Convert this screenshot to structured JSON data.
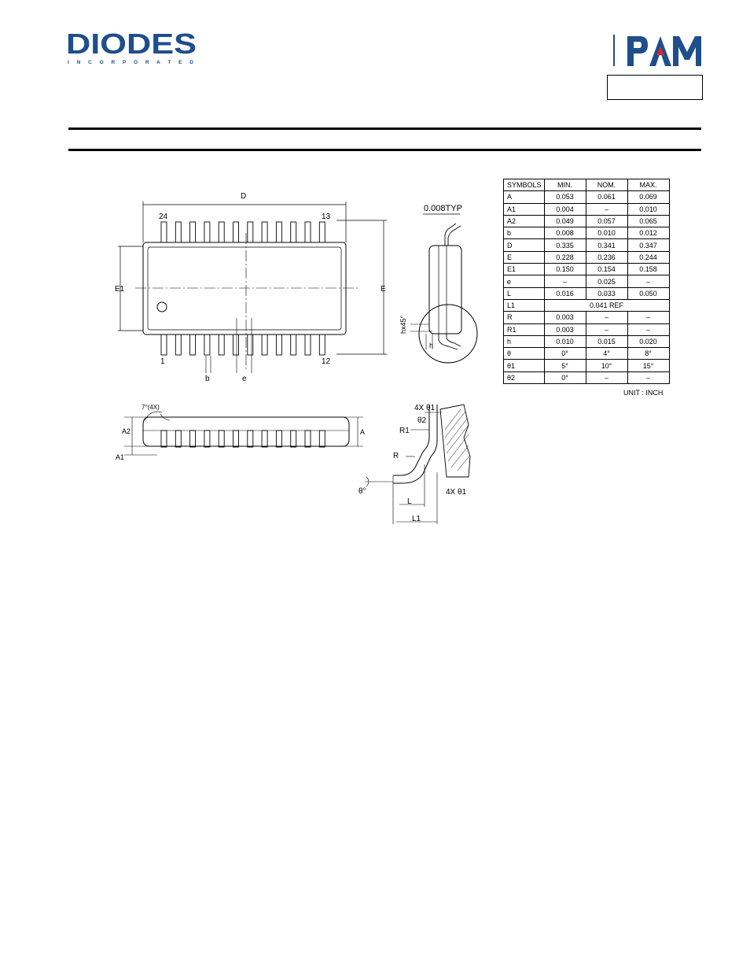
{
  "header": {
    "diodes_logo": {
      "text": "DIODES",
      "subtext": "I N C O R P O R A T E D",
      "color": "#1f4e8c"
    },
    "pam_logo": {
      "text": "PAM",
      "color": "#1f4e8c",
      "accent": "#d7262e"
    }
  },
  "drawing": {
    "top_view": {
      "dim_d": "D",
      "dim_e1": "E1",
      "dim_e": "E",
      "dim_b": "b",
      "dim_e_pitch": "e",
      "pin_24": "24",
      "pin_13": "13",
      "pin_1": "1",
      "pin_12": "12"
    },
    "end_view": {
      "typ": "0.008TYP",
      "chamfer": "hx45°",
      "h": "h"
    },
    "side_view": {
      "angle": "7°(4X)",
      "a2": "A2",
      "a1": "A1",
      "a": "A"
    },
    "detail": {
      "theta1_top": "4X θ1",
      "theta2": "θ2",
      "r1": "R1",
      "r": "R",
      "theta": "θ°",
      "l": "L",
      "theta1_bottom": "4X θ1",
      "l1": "L1"
    }
  },
  "table": {
    "headers": [
      "SYMBOLS",
      "MIN.",
      "NOM.",
      "MAX."
    ],
    "rows": [
      {
        "sym": "A",
        "min": "0.053",
        "nom": "0.061",
        "max": "0.069"
      },
      {
        "sym": "A1",
        "min": "0.004",
        "nom": "–",
        "max": "0.010"
      },
      {
        "sym": "A2",
        "min": "0.049",
        "nom": "0.057",
        "max": "0.065"
      },
      {
        "sym": "b",
        "min": "0.008",
        "nom": "0.010",
        "max": "0.012"
      },
      {
        "sym": "D",
        "min": "0.335",
        "nom": "0.341",
        "max": "0.347"
      },
      {
        "sym": "E",
        "min": "0.228",
        "nom": "0.236",
        "max": "0.244"
      },
      {
        "sym": "E1",
        "min": "0.150",
        "nom": "0.154",
        "max": "0.158"
      },
      {
        "sym": "e",
        "min": "–",
        "nom": "0.025",
        "max": "–"
      },
      {
        "sym": "L",
        "min": "0.016",
        "nom": "0.033",
        "max": "0.050"
      }
    ],
    "l1_row": {
      "sym": "L1",
      "span": "0.041  REF"
    },
    "rows2": [
      {
        "sym": "R",
        "min": "0.003",
        "nom": "–",
        "max": "–"
      },
      {
        "sym": "R1",
        "min": "0.003",
        "nom": "–",
        "max": "–"
      },
      {
        "sym": "h",
        "min": "0.010",
        "nom": "0.015",
        "max": "0.020"
      },
      {
        "sym": "θ",
        "min": "0°",
        "nom": "4°",
        "max": "8°"
      },
      {
        "sym": "θ1",
        "min": "5°",
        "nom": "10°",
        "max": "15°"
      },
      {
        "sym": "θ2",
        "min": "0°",
        "nom": "–",
        "max": "–"
      }
    ],
    "unit": "UNIT : INCH"
  }
}
